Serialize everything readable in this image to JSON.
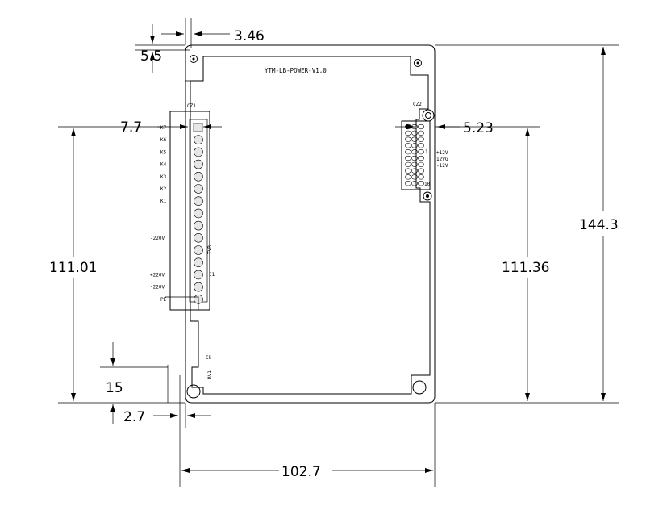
{
  "board": {
    "title": "YTM-LB-POWER-V1.0",
    "cz1": "CZ1",
    "cz2": "CZ2",
    "terminal_labels": [
      "K7",
      "K6",
      "K5",
      "K4",
      "K3",
      "K2",
      "K1",
      "",
      "",
      "-220V",
      "",
      "",
      "+220V",
      "-220V",
      "PE"
    ],
    "right_labels": [
      "+12V",
      "12VG",
      "-12V"
    ],
    "tvr": "TVR",
    "c1": "C1",
    "c5": "C5",
    "rv1": "RV1",
    "pin1": "1",
    "pin10": "10"
  },
  "dimensions": {
    "top_offset": "3.46",
    "top_left_corner": "5.5",
    "left_gap": "7.7",
    "right_gap": "5.23",
    "total_height": "144.3",
    "left_height": "111.01",
    "right_height": "111.36",
    "bottom_left": "15",
    "bottom_offset": "2.7",
    "total_width": "102.7"
  }
}
